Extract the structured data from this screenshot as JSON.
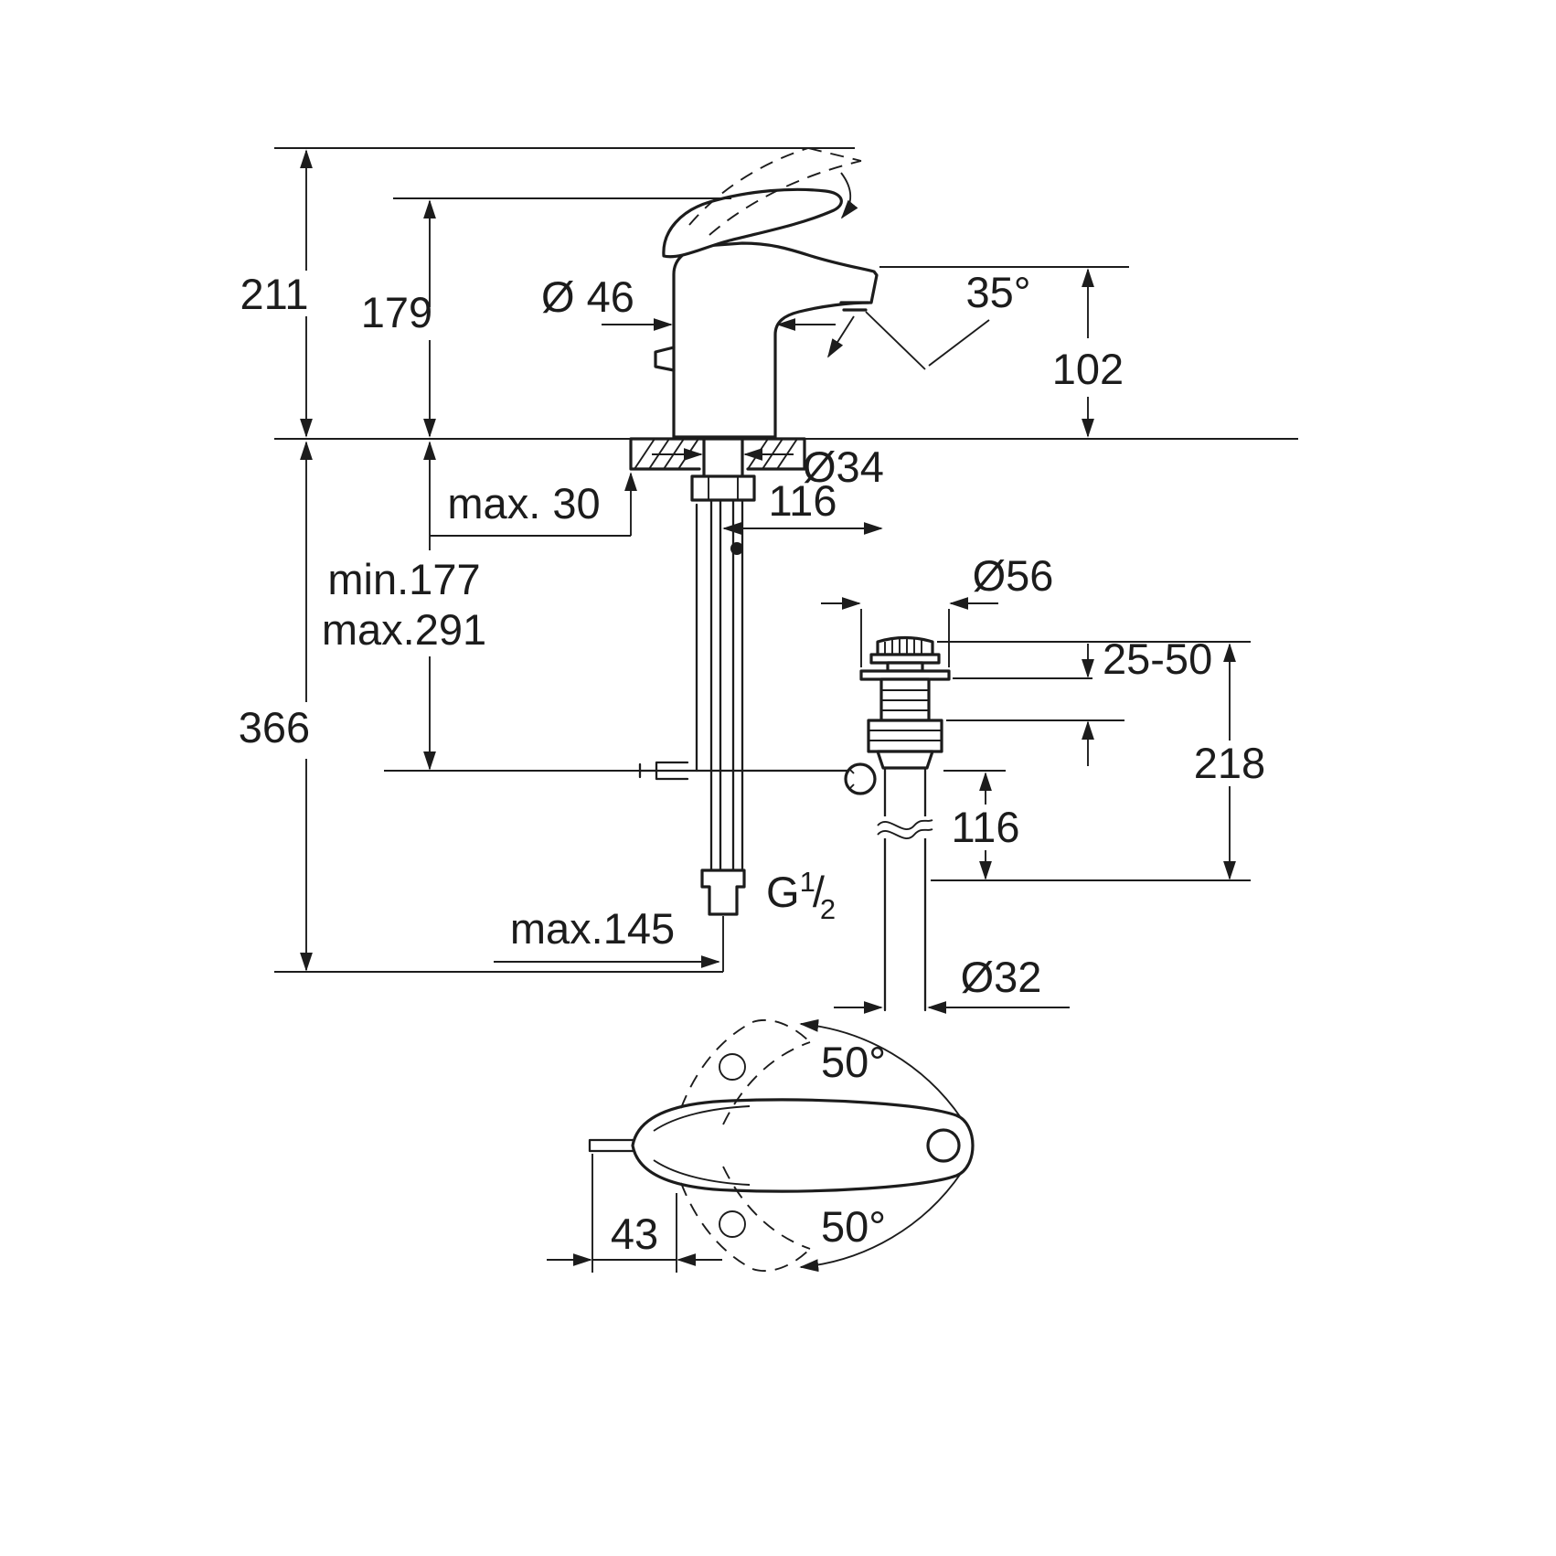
{
  "drawing": {
    "background": "#ffffff",
    "line_color": "#1c1c1c",
    "dimensions": {
      "overall_height": "211",
      "height_to_handle": "179",
      "body_diameter": "Ø 46",
      "aerator_angle": "35°",
      "spout_height": "102",
      "hole_diameter": "Ø34",
      "deck_thickness": "max. 30",
      "center_to_waste": "116",
      "rod_min": "min.177",
      "rod_max": "max.291",
      "under_deck_height": "366",
      "waste_flange_diameter": "Ø56",
      "basin_thickness_range": "25-50",
      "waste_height": "218",
      "waste_lower_height": "116",
      "thread": {
        "base": "G",
        "sup": "1",
        "slash": "/",
        "sub": "2"
      },
      "hose_reach": "max.145",
      "waste_pipe_diameter": "Ø32",
      "swing_angle_up": "50°",
      "swing_angle_down": "50°",
      "handle_width": "43"
    }
  }
}
